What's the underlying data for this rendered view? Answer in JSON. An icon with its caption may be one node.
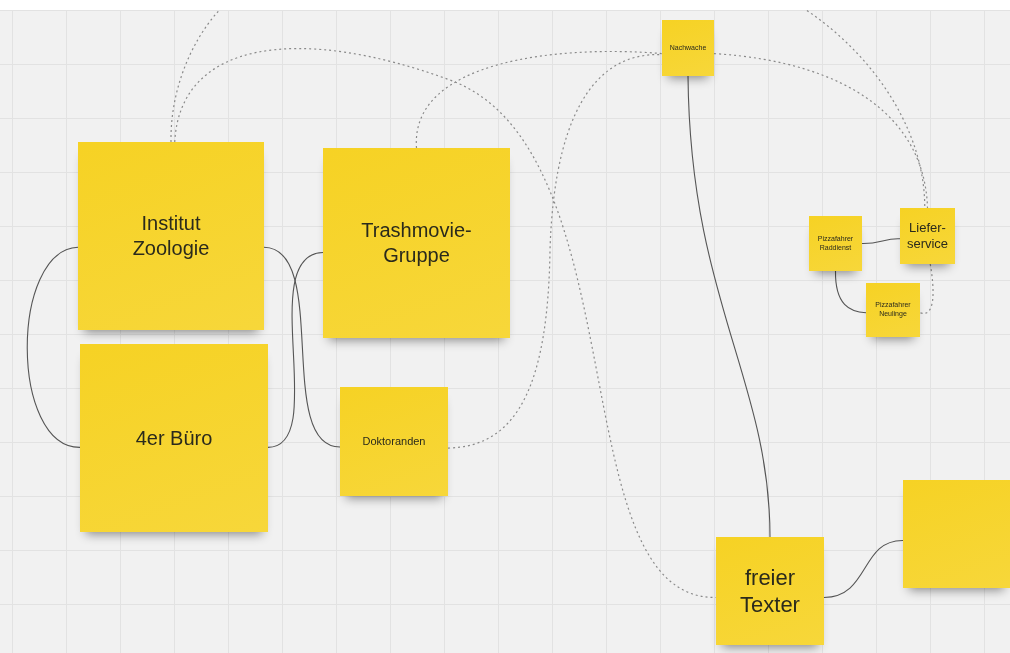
{
  "diagram": {
    "nodes": [
      {
        "text": [
          "Institut Zoologie"
        ]
      },
      {
        "text": [
          "Trashmovie-Gruppe"
        ]
      },
      {
        "text": [
          "4er Büro"
        ]
      },
      {
        "text": [
          "Doktoranden"
        ]
      },
      {
        "text": [
          "Nachwache"
        ]
      },
      {
        "text": [
          "Pizzafahrer Raddienst"
        ]
      },
      {
        "text": [
          "Liefer-service"
        ]
      },
      {
        "text": [
          "Pizzafahrer Neulinge"
        ]
      },
      {
        "text": [
          "freier Texter"
        ]
      },
      {
        "text": [],
        "shape": "box"
      }
    ],
    "edges": [
      {
        "from": 0,
        "to": 2,
        "arrow": "none"
      },
      {
        "from": 0,
        "to": 3,
        "arrow": "none"
      },
      {
        "from": 2,
        "to": 1,
        "arrow": "none"
      },
      {
        "from": 4,
        "to": 8,
        "arrow": "none"
      },
      {
        "from": 8,
        "to": 9,
        "arrow": "none"
      },
      {
        "from": 5,
        "to": 6,
        "arrow": "none"
      },
      {
        "from": 5,
        "to": 7,
        "arrow": "none"
      },
      {
        "from": 0,
        "to": null,
        "arrow": "none",
        "style": "dashed"
      },
      {
        "from": 0,
        "to": 8,
        "arrow": "none",
        "style": "dashed"
      },
      {
        "from": 1,
        "to": 4,
        "arrow": "none",
        "style": "dashed"
      },
      {
        "from": 3,
        "to": 4,
        "arrow": "none",
        "style": "dashed"
      },
      {
        "from": 4,
        "to": 6,
        "arrow": "none",
        "style": "dashed"
      },
      {
        "from": null,
        "to": 6,
        "arrow": "none",
        "style": "dashed"
      },
      {
        "from": 6,
        "to": 7,
        "arrow": "none",
        "style": "dashed"
      }
    ]
  }
}
